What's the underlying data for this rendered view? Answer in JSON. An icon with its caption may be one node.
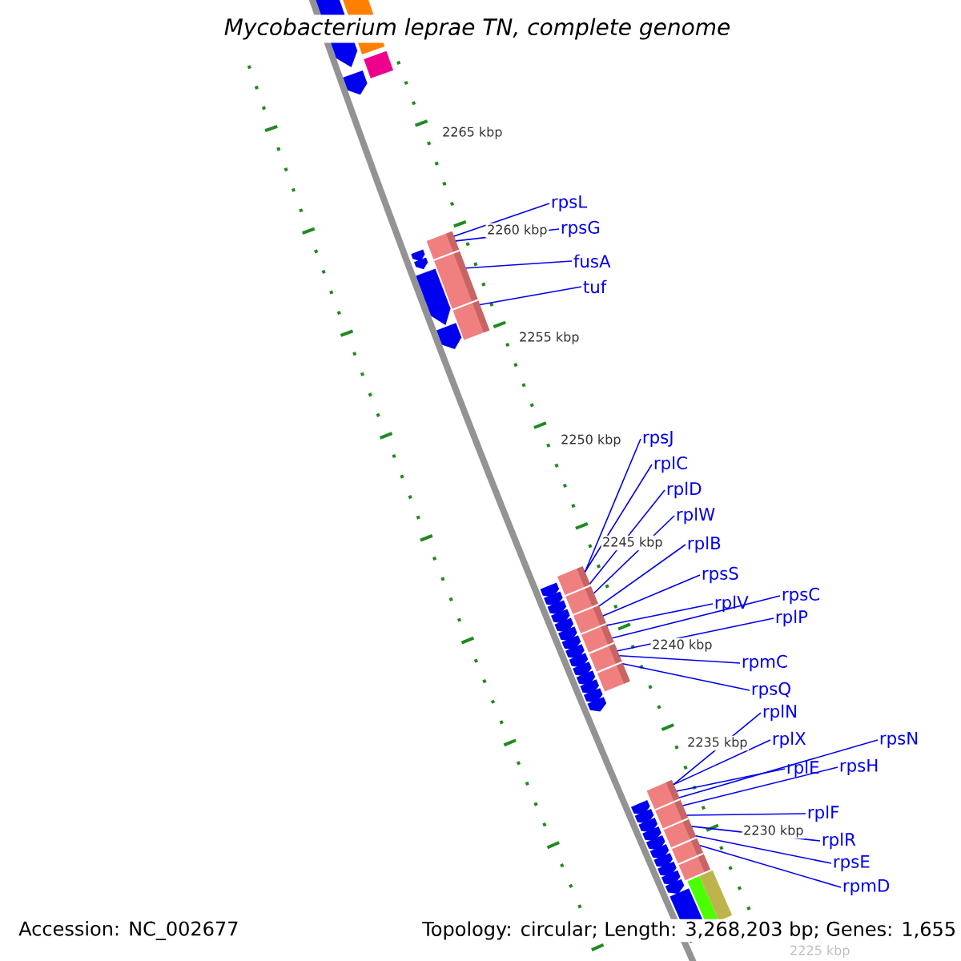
{
  "diagram": {
    "title": "Mycobacterium leprae TN, complete genome",
    "nodes": [
      {
        "text": [
          "rpsL"
        ]
      },
      {
        "text": [
          "rpsG"
        ]
      },
      {
        "text": [
          "fusA"
        ]
      },
      {
        "text": [
          "tuf"
        ]
      },
      {
        "text": [
          "rpsJ"
        ]
      },
      {
        "text": [
          "rplC"
        ]
      },
      {
        "text": [
          "rplD"
        ]
      },
      {
        "text": [
          "rplW"
        ]
      },
      {
        "text": [
          "rplB"
        ]
      },
      {
        "text": [
          "rpsS"
        ]
      },
      {
        "text": [
          "rplV"
        ]
      },
      {
        "text": [
          "rpsC"
        ]
      },
      {
        "text": [
          "rplP"
        ]
      },
      {
        "text": [
          "rpmC"
        ]
      },
      {
        "text": [
          "rpsQ"
        ]
      },
      {
        "text": [
          "rplN"
        ]
      },
      {
        "text": [
          "rplX"
        ]
      },
      {
        "text": [
          "rplE"
        ]
      },
      {
        "text": [
          "rpsN"
        ]
      },
      {
        "text": [
          "rpsH"
        ]
      },
      {
        "text": [
          "rplF"
        ]
      },
      {
        "text": [
          "rplR"
        ]
      },
      {
        "text": [
          "rpsE"
        ]
      },
      {
        "text": [
          "rpmD"
        ]
      },
      {
        "text": [],
        "shape": "box"
      },
      {
        "text": [],
        "shape": "box"
      },
      {
        "text": [],
        "shape": "box"
      }
    ],
    "edges": [
      {
        "from": 0,
        "to": 24,
        "arrow": "none"
      },
      {
        "from": 1,
        "to": 24,
        "arrow": "none"
      },
      {
        "from": 2,
        "to": 24,
        "arrow": "none"
      },
      {
        "from": 3,
        "to": 24,
        "arrow": "none"
      },
      {
        "from": 4,
        "to": 25,
        "arrow": "none"
      },
      {
        "from": 5,
        "to": 25,
        "arrow": "none"
      },
      {
        "from": 6,
        "to": 25,
        "arrow": "none"
      },
      {
        "from": 7,
        "to": 25,
        "arrow": "none"
      },
      {
        "from": 8,
        "to": 25,
        "arrow": "none"
      },
      {
        "from": 9,
        "to": 25,
        "arrow": "none"
      },
      {
        "from": 10,
        "to": 25,
        "arrow": "none"
      },
      {
        "from": 11,
        "to": 25,
        "arrow": "none"
      },
      {
        "from": 12,
        "to": 25,
        "arrow": "none"
      },
      {
        "from": 13,
        "to": 25,
        "arrow": "none"
      },
      {
        "from": 14,
        "to": 25,
        "arrow": "none"
      },
      {
        "from": 15,
        "to": 26,
        "arrow": "none"
      },
      {
        "from": 16,
        "to": 26,
        "arrow": "none"
      },
      {
        "from": 17,
        "to": 26,
        "arrow": "none"
      },
      {
        "from": 18,
        "to": 26,
        "arrow": "none"
      },
      {
        "from": 19,
        "to": 26,
        "arrow": "none"
      },
      {
        "from": 20,
        "to": 26,
        "arrow": "none"
      },
      {
        "from": 21,
        "to": 26,
        "arrow": "none"
      },
      {
        "from": 22,
        "to": 26,
        "arrow": "none"
      },
      {
        "from": 23,
        "to": 26,
        "arrow": "none"
      }
    ],
    "labels": [
      "2265 kbp",
      "2260 kbp",
      "2255 kbp",
      "2250 kbp",
      "2245 kbp",
      "2240 kbp",
      "2235 kbp",
      "2230 kbp",
      "2225 kbp",
      "Accession: NC_002677",
      "Topology: circular; Length: 3,268,203 bp; Genes: 1,655"
    ]
  }
}
